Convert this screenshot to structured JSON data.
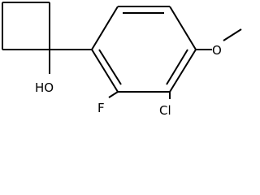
{
  "molecule": {
    "atom_labels": {
      "hydroxyl": "HO",
      "fluoro": "F",
      "chloro": "Cl",
      "methoxy_oxygen": "O"
    },
    "colors": {
      "bond": "#000000",
      "label": "#000000",
      "background": "#ffffff"
    }
  }
}
